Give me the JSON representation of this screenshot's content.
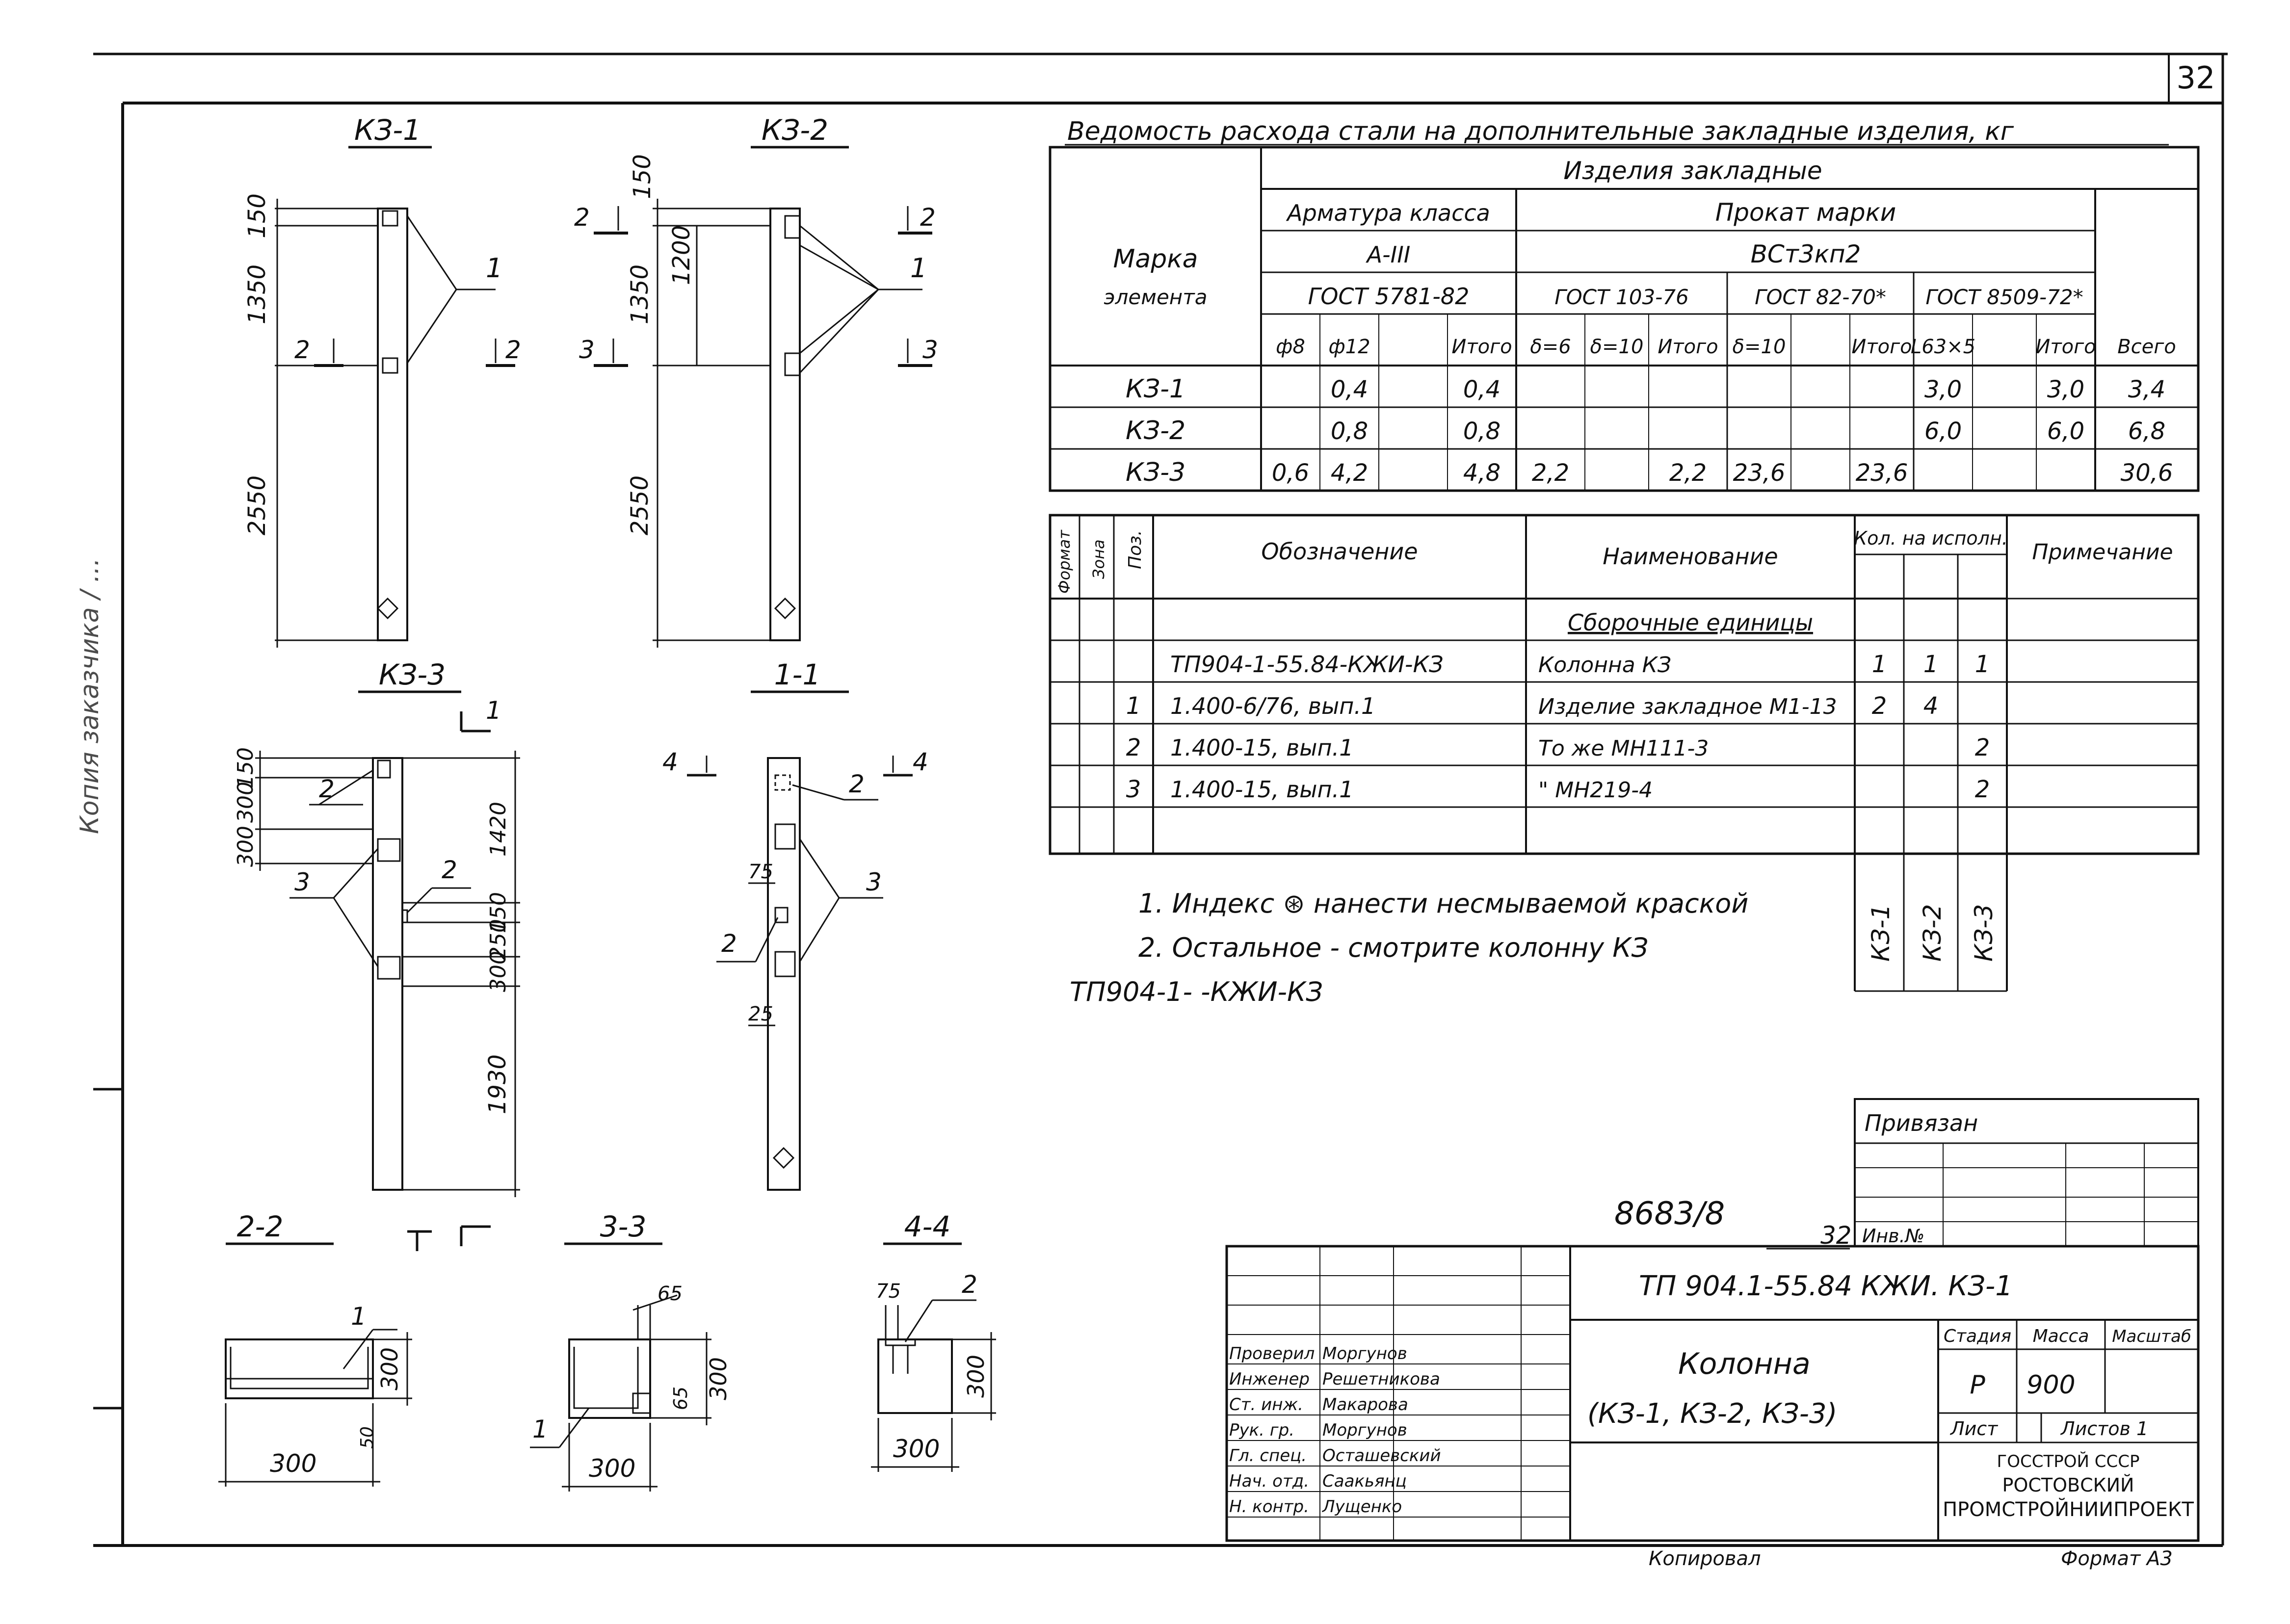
{
  "sheet": {
    "page_number": "32",
    "left_margin_text": "Копия заказчика / ...",
    "stamp_number": "8683/8",
    "stamp_sheet": "32",
    "copied_by": "Копировал",
    "format": "Формат А3"
  },
  "drawings": {
    "kz1": {
      "title": "КЗ-1",
      "dims": [
        "150",
        "1350",
        "2550"
      ],
      "leader": "1",
      "cut_mark": "2"
    },
    "kz2": {
      "title": "КЗ-2",
      "dims": [
        "150",
        "1350",
        "1200",
        "2550"
      ],
      "leader": "1",
      "cut_mark_top": "2",
      "cut_mark_mid": "3"
    },
    "kz3": {
      "title": "КЗ-3",
      "dims_left": [
        "150",
        "300",
        "300",
        "300"
      ],
      "dims_right": [
        "1420",
        "150",
        "300",
        "250",
        "1930"
      ],
      "labels": [
        "1",
        "2",
        "2",
        "3"
      ]
    },
    "sec11": {
      "title": "1-1",
      "labels": [
        "2",
        "3",
        "2",
        "4"
      ],
      "dims": [
        "75",
        "25"
      ]
    },
    "sec22": {
      "title": "2-2",
      "dims": [
        "300",
        "300",
        "50"
      ],
      "leader": "1"
    },
    "sec33": {
      "title": "3-3",
      "dims": [
        "300",
        "300",
        "65",
        "65"
      ],
      "leader": "1"
    },
    "sec44": {
      "title": "4-4",
      "dims": [
        "300",
        "300",
        "75"
      ],
      "leader": "2"
    }
  },
  "steel_table": {
    "title": "Ведомость расхода стали на дополнительные закладные изделия, кг",
    "group_header": "Изделия закладные",
    "col_mark": "Марка",
    "col_mark2": "элемента",
    "armature": "Арматура класса",
    "armature_class": "А-III",
    "armature_gost": "ГОСТ 5781-82",
    "prokat": "Прокат марки",
    "prokat_grade": "ВСт3кп2",
    "gost1": "ГОСТ 103-76",
    "gost2": "ГОСТ 82-70*",
    "gost3": "ГОСТ 8509-72*",
    "sub": [
      "ф8",
      "ф12",
      "",
      "Итого",
      "δ=6",
      "δ=10",
      "Итого",
      "δ=10",
      "",
      "Итого",
      "L63×5",
      "",
      "Итого",
      "Всего"
    ],
    "rows": [
      {
        "mark": "КЗ-1",
        "cells": [
          "",
          "0,4",
          "",
          "0,4",
          "",
          "",
          "",
          "",
          "",
          "",
          "3,0",
          "",
          "3,0",
          "3,4"
        ]
      },
      {
        "mark": "КЗ-2",
        "cells": [
          "",
          "0,8",
          "",
          "0,8",
          "",
          "",
          "",
          "",
          "",
          "",
          "6,0",
          "",
          "6,0",
          "6,8"
        ]
      },
      {
        "mark": "КЗ-3",
        "cells": [
          "0,6",
          "4,2",
          "",
          "4,8",
          "2,2",
          "",
          "2,2",
          "23,6",
          "",
          "23,6",
          "",
          "",
          "",
          "30,6"
        ]
      }
    ]
  },
  "spec_table": {
    "h_format": "Формат",
    "h_zone": "Зона",
    "h_pos": "Поз.",
    "h_designation": "Обозначение",
    "h_name": "Наименование",
    "h_qty": "Кол. на исполн.",
    "h_note": "Примечание",
    "section": "Сборочные единицы",
    "rows": [
      {
        "pos": "",
        "designation": "ТП904-1-55.84-КЖИ-КЗ",
        "name": "Колонна КЗ",
        "q1": "1",
        "q2": "1",
        "q3": "1"
      },
      {
        "pos": "1",
        "designation": "1.400-6/76, вып.1",
        "name": "Изделие закладное М1-13",
        "q1": "2",
        "q2": "4",
        "q3": ""
      },
      {
        "pos": "2",
        "designation": "1.400-15, вып.1",
        "name": "То же МН111-3",
        "q1": "",
        "q2": "",
        "q3": "2"
      },
      {
        "pos": "3",
        "designation": "1.400-15, вып.1",
        "name": "\"  МН219-4",
        "q1": "",
        "q2": "",
        "q3": "2"
      }
    ],
    "variants": [
      "КЗ-1",
      "КЗ-2",
      "КЗ-3"
    ]
  },
  "notes": [
    "1. Индекс ⊛ нанести несмываемой краской",
    "2. Остальное - смотрите колонну КЗ",
    "ТП904-1-  -КЖИ-КЗ"
  ],
  "privyazan": {
    "label": "Привязан",
    "inv": "Инв.№"
  },
  "title_block": {
    "code": "ТП 904.1-55.84 КЖИ. КЗ-1",
    "name1": "Колонна",
    "name2": "(КЗ-1, КЗ-2, КЗ-3)",
    "stage_h": "Стадия",
    "mass_h": "Масса",
    "scale_h": "Масштаб",
    "stage": "Р",
    "mass": "900",
    "sheet_h": "Лист",
    "sheets_h": "Листов 1",
    "org1": "ГОССТРОЙ СССР",
    "org2": "РОСТОВСКИЙ",
    "org3": "ПРОМСТРОЙНИИПРОЕКТ",
    "people": [
      {
        "role": "Проверил",
        "name": "Моргунов"
      },
      {
        "role": "Инженер",
        "name": "Решетникова"
      },
      {
        "role": "Ст. инж.",
        "name": "Макарова"
      },
      {
        "role": "Рук. гр.",
        "name": "Моргунов"
      },
      {
        "role": "Гл. спец.",
        "name": "Осташевский"
      },
      {
        "role": "Нач. отд.",
        "name": "Саакьянц"
      },
      {
        "role": "Н. контр.",
        "name": "Лущенко"
      }
    ]
  }
}
